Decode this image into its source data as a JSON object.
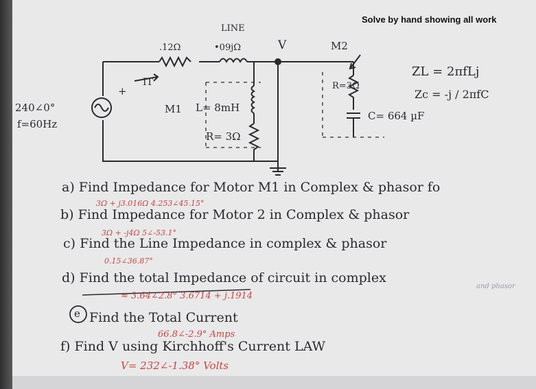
{
  "header": {
    "title": "Solve by hand showing all work"
  },
  "circuit": {
    "line_label": "LINE",
    "line_resistance": ".12Ω",
    "line_reactance": "•09jΩ",
    "node_voltage": "V",
    "source_voltage": "240∠0°",
    "source_frequency": "f=60Hz",
    "current_label": "IT",
    "motor1_label": "M1",
    "motor1_inductance": "L= 8mH",
    "motor1_resistance": "R= 3Ω",
    "motor2_label": "M2",
    "motor2_resistance": "R=3Ω",
    "motor2_capacitance": "C= 664 µF",
    "plus_sign": "+",
    "formula_zl": "ZL = 2πfLj",
    "formula_zc": "Zc = -j / 2πfC"
  },
  "questions": [
    {
      "id": "a",
      "text": "a) Find Impedance for Motor M1 in Complex & phasor fo",
      "answer": "3Ω + j3.016Ω     4.253∠45.15°"
    },
    {
      "id": "b",
      "text": "b) Find Impedance for Motor 2 in Complex & phasor",
      "answer": "3Ω + -j4Ω     5∠-53.1°"
    },
    {
      "id": "c",
      "text": "c) Find the Line Impedance in complex & phasor",
      "answer": "0.15∠36.87°"
    },
    {
      "id": "d",
      "text": "d) Find the total Impedance of circuit in complex",
      "text_extra": "and phasor",
      "answer": "≈ 3.64∠2.8°     3.6714 + j.1914"
    },
    {
      "id": "e",
      "text": "Find the Total Current",
      "answer": "66.8∠-2.9° Amps"
    },
    {
      "id": "f",
      "text": "f) Find V using Kirchhoff's Current LAW",
      "answer": "V= 232∠-1.38° Volts"
    }
  ],
  "colors": {
    "ink": "#2a2a2e",
    "pen_red": "#c9453f",
    "paper": "#e9e9ea"
  }
}
